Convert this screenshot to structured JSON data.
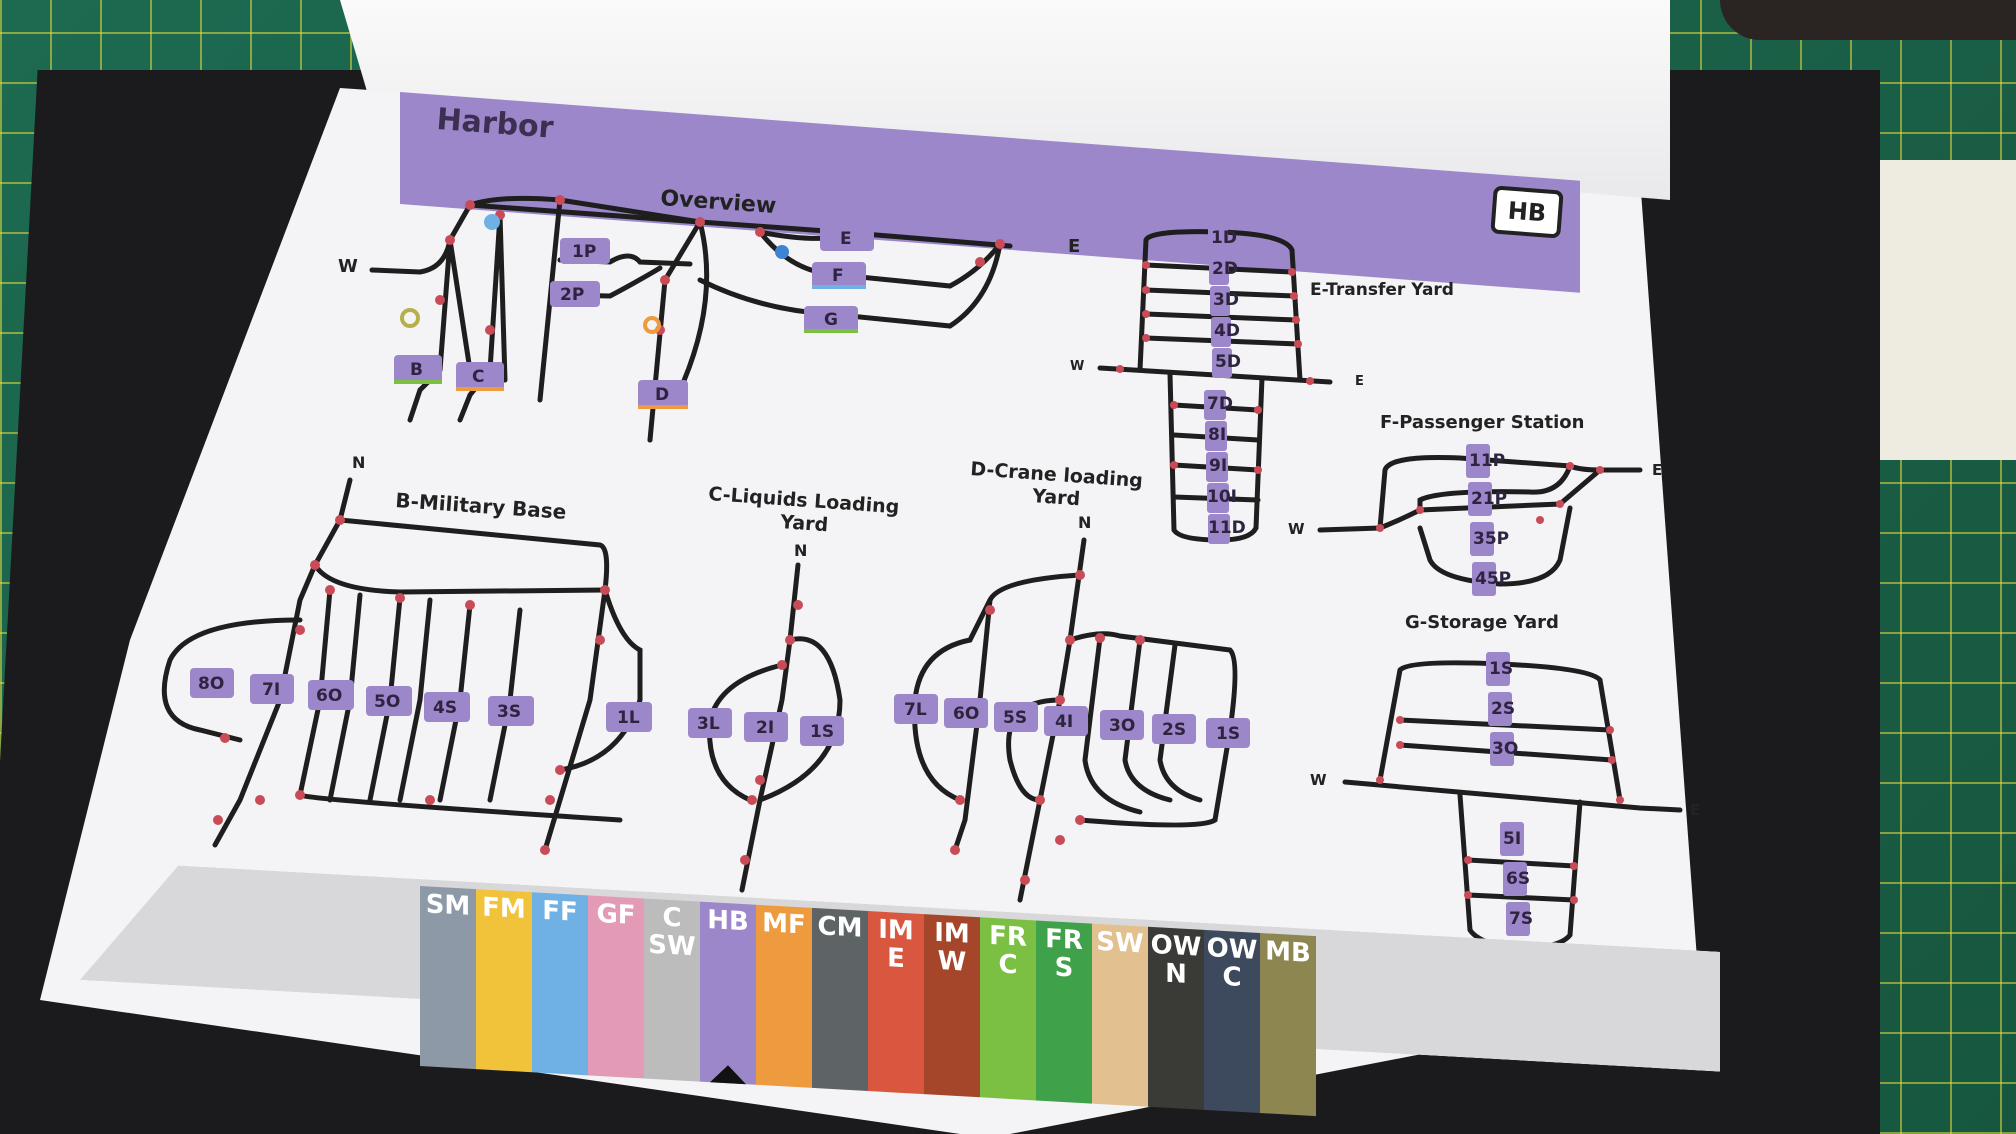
{
  "header": {
    "title": "Harbor",
    "badge": "HB"
  },
  "overview": {
    "title": "Overview",
    "west": "W",
    "east": "E",
    "tags": [
      "1P",
      "2P",
      "E",
      "F",
      "G",
      "B",
      "C",
      "D"
    ]
  },
  "e_transfer": {
    "title": "E-Transfer Yard",
    "upper": [
      "1D",
      "2D",
      "3D",
      "4D",
      "5D"
    ],
    "lower": [
      "7D",
      "8I",
      "9I",
      "10I",
      "11D"
    ],
    "west": "W",
    "east": "E"
  },
  "f_passenger": {
    "title": "F-Passenger Station",
    "upper": [
      "11P",
      "21P"
    ],
    "lower": [
      "35P",
      "45P"
    ],
    "west": "W",
    "east": "E"
  },
  "g_storage": {
    "title": "G-Storage Yard",
    "upper": [
      "1S",
      "2S",
      "3O"
    ],
    "lower": [
      "5I",
      "6S",
      "7S"
    ],
    "west": "W",
    "east": "E"
  },
  "b_military": {
    "title": "B-Military Base",
    "north": "N",
    "tags": [
      "8O",
      "7I",
      "6O",
      "5O",
      "4S",
      "3S",
      "1L"
    ]
  },
  "c_liquids": {
    "title_1": "C-Liquids Loading",
    "title_2": "Yard",
    "north": "N",
    "tags": [
      "3L",
      "2I",
      "1S"
    ]
  },
  "d_crane": {
    "title_1": "D-Crane loading",
    "title_2": "Yard",
    "north": "N",
    "tags": [
      "7L",
      "6O",
      "5S",
      "4I",
      "3O",
      "2S",
      "1S"
    ]
  },
  "tabs": [
    {
      "label": "SM",
      "color": "#8e99a8"
    },
    {
      "label": "FM",
      "color": "#f0c33a"
    },
    {
      "label": "FF",
      "color": "#6fb1e4"
    },
    {
      "label": "GF",
      "color": "#e39ab7"
    },
    {
      "label": "C SW",
      "color": "#bcbcbc"
    },
    {
      "label": "HB",
      "color": "#9b87c9"
    },
    {
      "label": "MF",
      "color": "#ee9a3e"
    },
    {
      "label": "CM",
      "color": "#5e6366"
    },
    {
      "label": "IM E",
      "color": "#d9573e"
    },
    {
      "label": "IM W",
      "color": "#a5452a"
    },
    {
      "label": "FR C",
      "color": "#7bc043"
    },
    {
      "label": "FR S",
      "color": "#3fa24b"
    },
    {
      "label": "SW",
      "color": "#e2c08f"
    },
    {
      "label": "OW N",
      "color": "#3a3a36"
    },
    {
      "label": "OW C",
      "color": "#3d4a5e"
    },
    {
      "label": "MB",
      "color": "#8d8650"
    }
  ],
  "colors": {
    "accent": "#9b87c9",
    "node": "#c94b57",
    "track": "#1e1e1e"
  }
}
